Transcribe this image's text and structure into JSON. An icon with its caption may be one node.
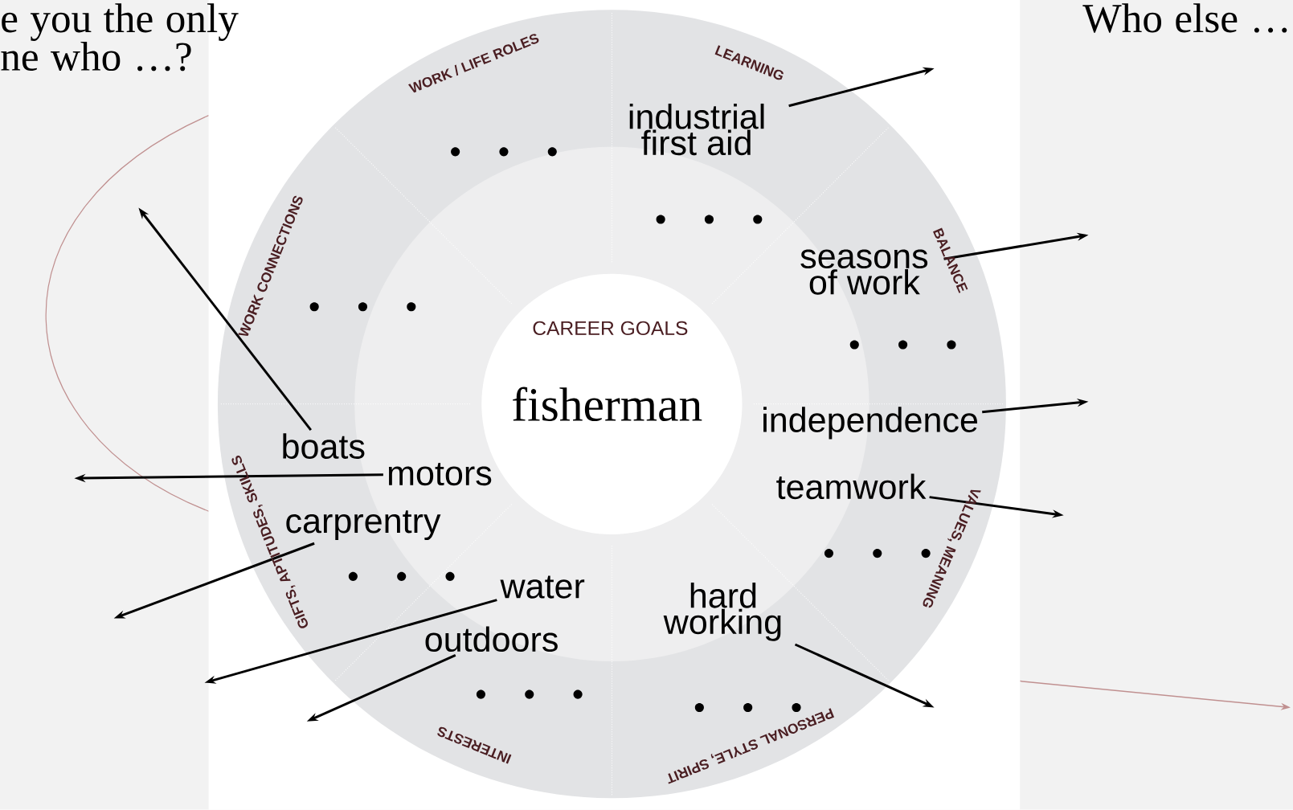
{
  "diagram": {
    "nodes": [
      {
        "text": [
          "CAREER GOALS",
          "fisherman"
        ]
      },
      {
        "text": [
          "industrial first aid"
        ]
      },
      {
        "text": [
          "seasons of work"
        ]
      },
      {
        "text": [
          "independence"
        ]
      },
      {
        "text": [
          "teamwork"
        ]
      },
      {
        "text": [
          "hard working"
        ]
      },
      {
        "text": [
          "outdoors"
        ]
      },
      {
        "text": [
          "water"
        ]
      },
      {
        "text": [
          "carprentry"
        ]
      },
      {
        "text": [
          "motors"
        ]
      },
      {
        "text": [
          "boats"
        ]
      }
    ],
    "edges": [
      {
        "from": 1,
        "to": null,
        "arrow": "to"
      },
      {
        "from": 2,
        "to": null,
        "arrow": "to"
      },
      {
        "from": 3,
        "to": null,
        "arrow": "to"
      },
      {
        "from": 4,
        "to": null,
        "arrow": "to"
      },
      {
        "from": 5,
        "to": null,
        "arrow": "to"
      },
      {
        "from": 6,
        "to": null,
        "arrow": "to"
      },
      {
        "from": 7,
        "to": null,
        "arrow": "to"
      },
      {
        "from": 8,
        "to": null,
        "arrow": "to"
      },
      {
        "from": 9,
        "to": null,
        "arrow": "to"
      },
      {
        "from": 10,
        "to": null,
        "arrow": "to"
      }
    ],
    "labels": [
      "e you the only ne who …?",
      "Who else …",
      "WORK / LIFE ROLES",
      "LEARNING",
      "BALANCE",
      "VALUES, MEANING",
      "PERSONAL STYLE, SPIRIT",
      "INTERESTS",
      "GIFTS, APTITUDES, SKILLS",
      "WORK CONNECTIONS",
      "• • •",
      "• • •",
      "• • •",
      "• • •",
      "• • •",
      "• • •",
      "• • •",
      "• • •"
    ]
  }
}
